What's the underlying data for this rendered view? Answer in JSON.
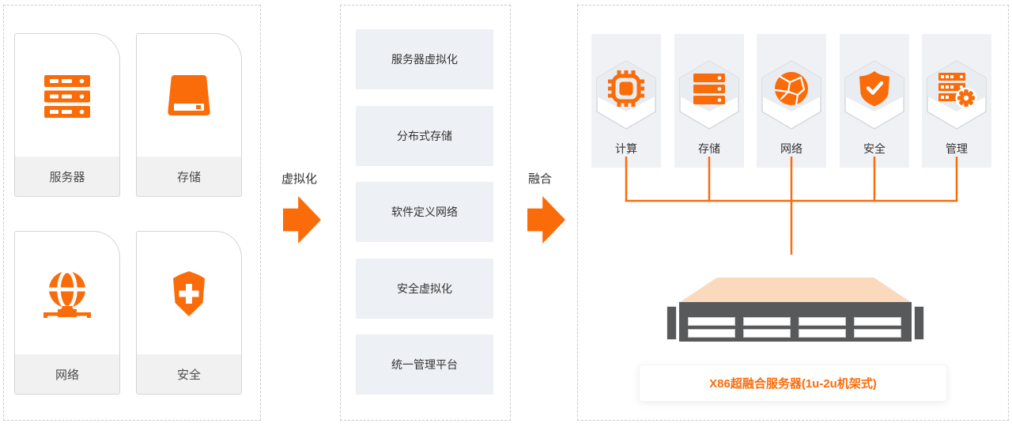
{
  "colors": {
    "accent_orange": "#fa6c0a",
    "server_body_gray": "#58595b",
    "server_top_peach": "#fbd9bd",
    "panel_dash_gray": "#c9c9c9",
    "node_bg_gray": "#eff1f5",
    "midbox_bg_gray": "#edf0f4"
  },
  "left_panel": {
    "cards": [
      {
        "label": "服务器",
        "icon": "server-rack-icon"
      },
      {
        "label": "存储",
        "icon": "storage-disk-icon"
      },
      {
        "label": "网络",
        "icon": "network-globe-icon"
      },
      {
        "label": "安全",
        "icon": "shield-plus-icon"
      }
    ]
  },
  "arrows": [
    {
      "label": "虚拟化"
    },
    {
      "label": "融合"
    }
  ],
  "middle_panel": {
    "boxes": [
      "服务器虚拟化",
      "分布式存储",
      "软件定义网络",
      "安全虚拟化",
      "统一管理平台"
    ]
  },
  "right_panel": {
    "nodes": [
      {
        "label": "计算",
        "icon": "cpu-chip-icon"
      },
      {
        "label": "存储",
        "icon": "storage-stack-icon"
      },
      {
        "label": "网络",
        "icon": "network-sphere-icon"
      },
      {
        "label": "安全",
        "icon": "shield-check-icon"
      },
      {
        "label": "管理",
        "icon": "server-gear-icon"
      }
    ],
    "server_label": "X86超融合服务器(1u-2u机架式)"
  }
}
